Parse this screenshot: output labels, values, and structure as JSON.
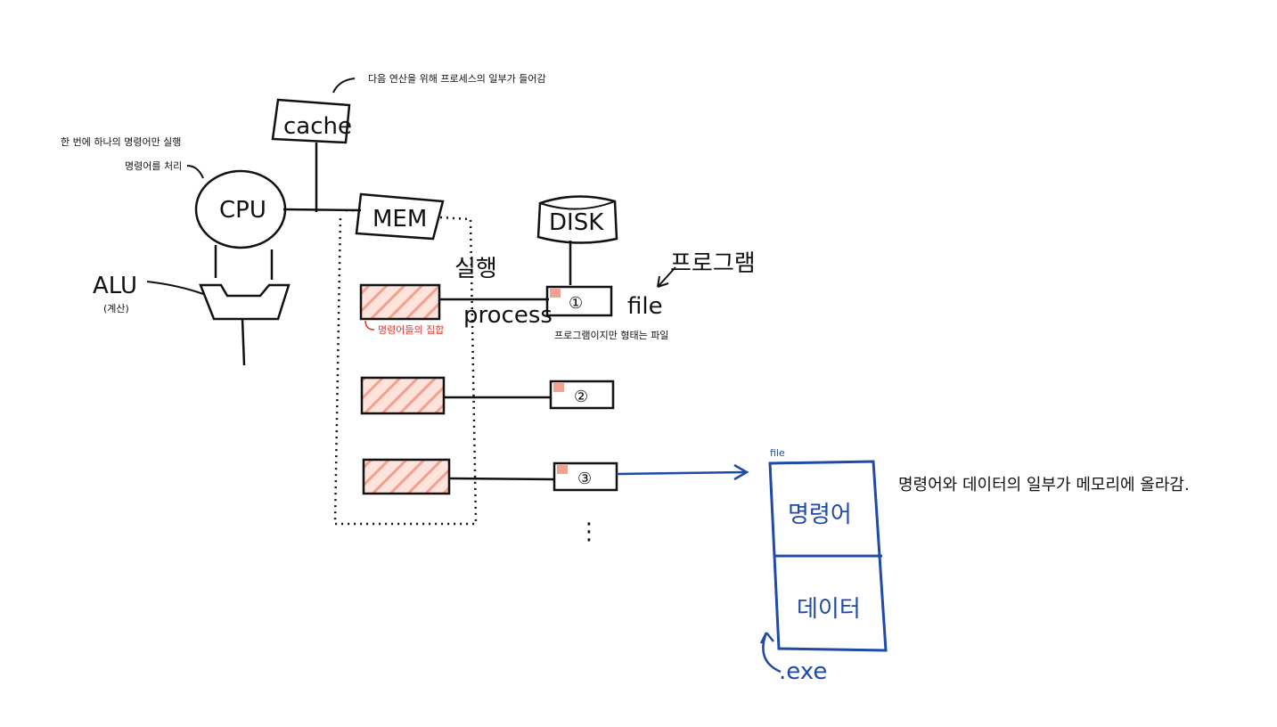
{
  "labels": {
    "cache": "cache",
    "cache_note": "다음 연산을 위해 프로세스의 일부가 들어감",
    "cpu": "CPU",
    "cpu_note_line1": "한 번에 하나의 명령어만 실행",
    "cpu_note_line2": "명령어를 처리",
    "alu": "ALU",
    "alu_note": "(계산)",
    "mem": "MEM",
    "disk": "DISK",
    "run": "실행",
    "process": "process",
    "program": "프로그램",
    "file": "file",
    "instruction_set": "명령어들의 집합",
    "program_file_note": "프로그램이지만 형태는 파일",
    "file_1": "①",
    "file_2": "②",
    "file_3": "③",
    "dots": "⋮",
    "exe_file_label": "file",
    "instruction": "명령어",
    "data": "데이터",
    "exe": ".exe",
    "memory_note": "명령어와 데이터의 일부가 메모리에 올라감."
  },
  "colors": {
    "ink": "#111111",
    "hatch": "#f4a090",
    "red_note": "#e0362b",
    "blue": "#1f4aa8"
  }
}
